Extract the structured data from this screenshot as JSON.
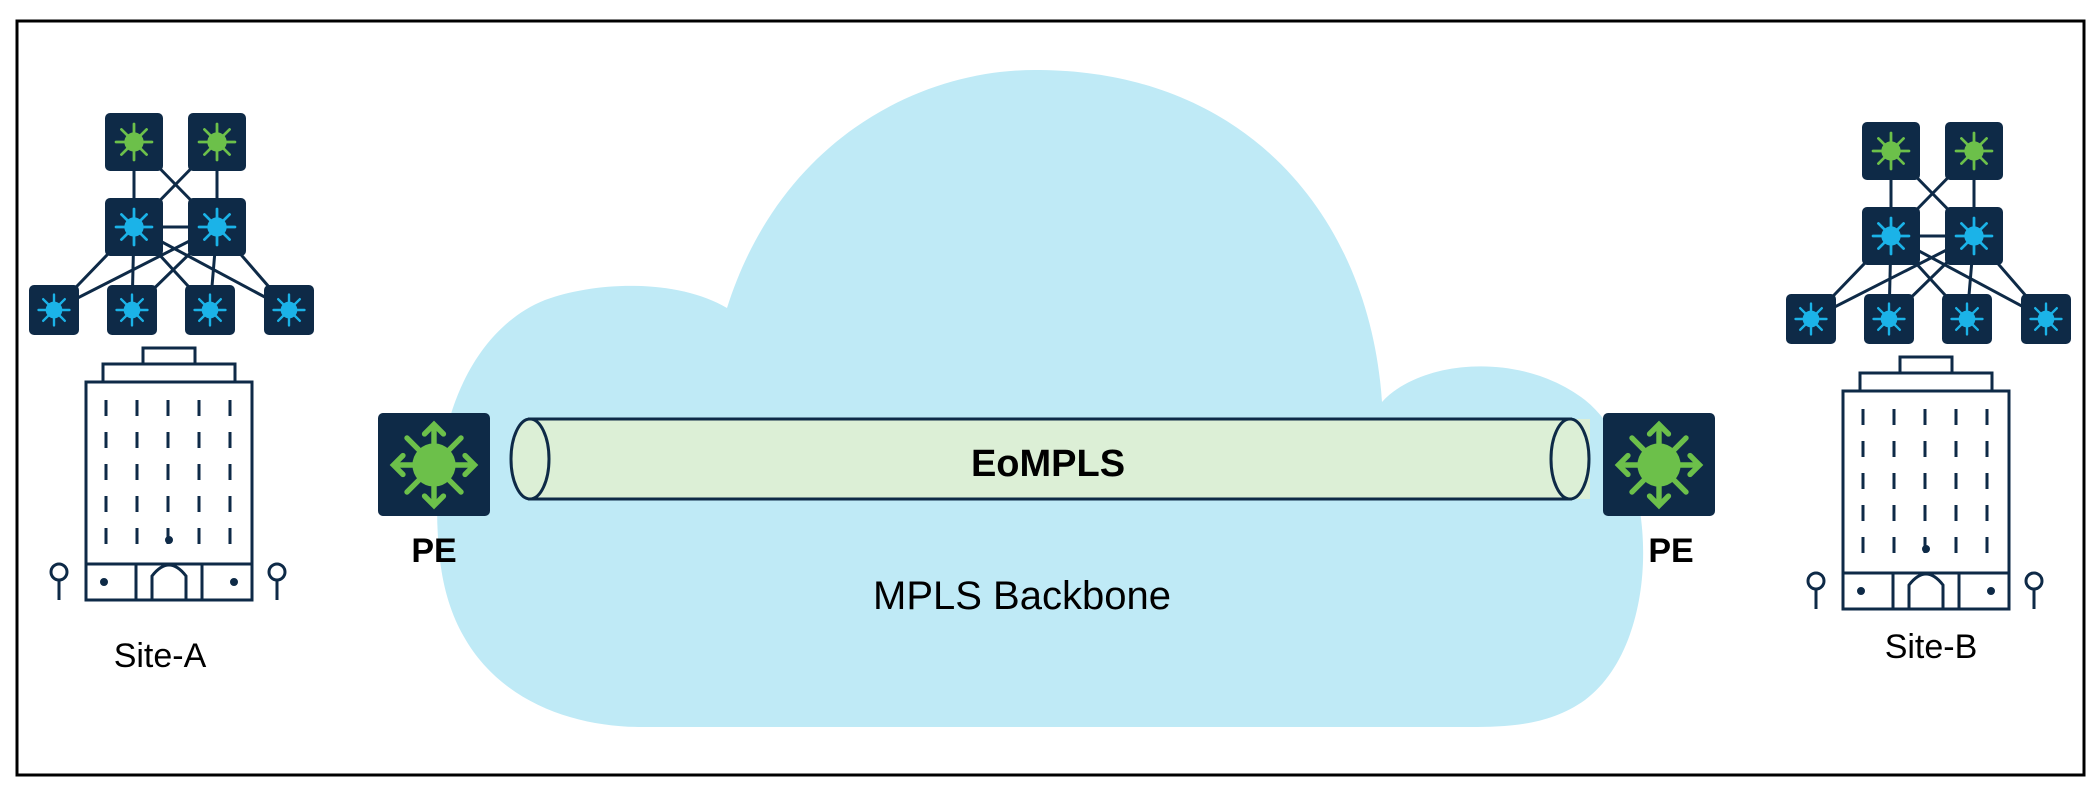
{
  "labels": {
    "tunnel": "EoMPLS",
    "cloud": "MPLS Backbone",
    "pe_left": "PE",
    "pe_right": "PE",
    "site_a": "Site-A",
    "site_b": "Site-B"
  },
  "colors": {
    "navy": "#0e2a47",
    "cloud": "#bfeaf6",
    "tunnel": "#dcefd6",
    "router_green": "#6cc04a",
    "switch_blue": "#1bb3e8"
  },
  "icons": {
    "router": "router-icon",
    "switch": "switch-icon",
    "building": "building-icon",
    "pin": "location-pin-icon"
  }
}
